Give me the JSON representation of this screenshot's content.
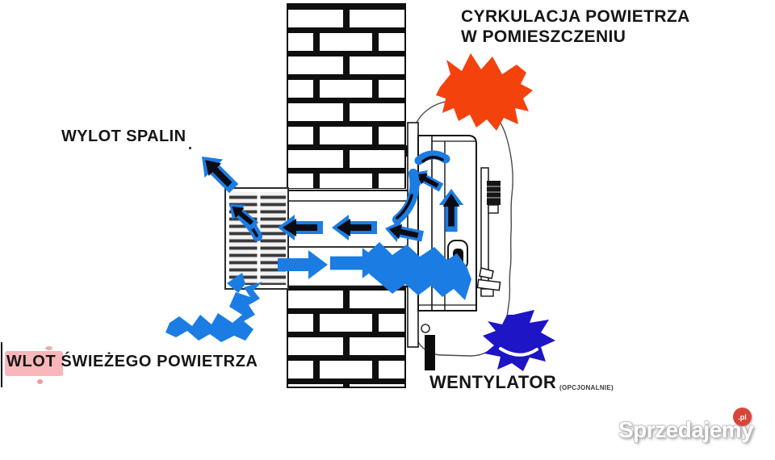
{
  "diagram": {
    "title": {
      "line1": "CYRKULACJA POWIETRZA",
      "line2": "W POMIESZCZENIU"
    },
    "labels": {
      "exhaust_outlet": "WYLOT SPALIN",
      "fresh_air_inlet": "WLOT ŚWIEŻEGO POWIETRZA",
      "fan": "WENTYLATOR",
      "fan_optional_note": "(OPCJONALNIE)"
    },
    "colors": {
      "flow_blue": "#1B7CE3",
      "arrow_core_black": "#0B0B14",
      "warm_air_red": "#F4420D",
      "fan_air_dark_blue": "#1D15C6",
      "highlight_pink": "#F47A84",
      "mortar_black": "#0F0F0F"
    }
  },
  "watermark": {
    "brand": "Sprzedajemy",
    "tld": ".pl",
    "badge_color": "#D9453A"
  }
}
